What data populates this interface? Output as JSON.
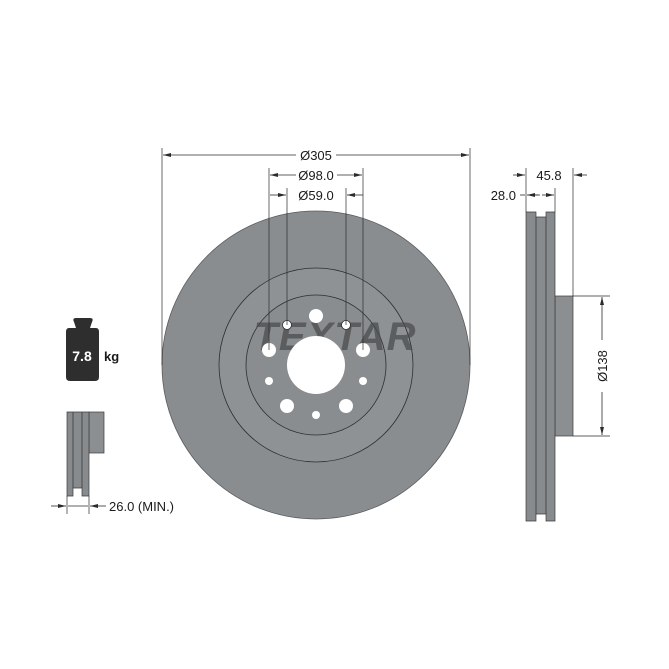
{
  "brand": {
    "watermark": "TEXTAR"
  },
  "colors": {
    "disc_fill": "#8a8d90",
    "disc_inner_fill": "#8f9295",
    "profile_fill": "#888b8e",
    "line": "#2b2b2b",
    "text": "#1a1a1a",
    "background": "#ffffff",
    "weight_icon": "#2e2e2e"
  },
  "dimensions": {
    "outer_diameter": "Ø305",
    "bolt_circle": "Ø98.0",
    "center_bore": "Ø59.0",
    "hat_diameter": "Ø138",
    "overall_height": "45.8",
    "thickness": "28.0",
    "min_thickness": "26.0 (MIN.)"
  },
  "weight": {
    "value": "7.8",
    "unit": "kg"
  }
}
